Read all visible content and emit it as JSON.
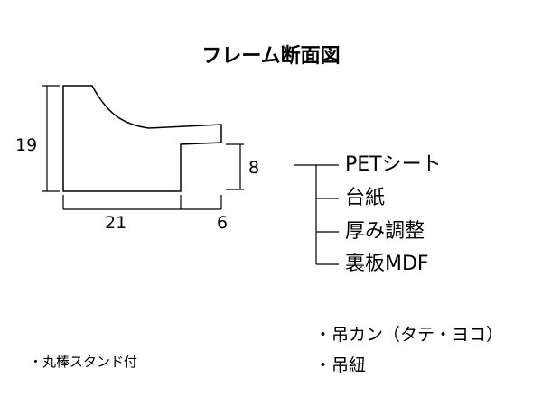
{
  "title": "フレーム断面図",
  "dimensions": {
    "height_total": "19",
    "height_rabbet": "8",
    "width_main": "21",
    "width_lip": "6"
  },
  "layers": [
    "PETシート",
    "台紙",
    "厚み調整",
    "裏板MDF"
  ],
  "accessories": {
    "hanger": "・吊カン（タテ・ヨコ）",
    "string": "・吊紐",
    "stand": "・丸棒スタンド付"
  }
}
